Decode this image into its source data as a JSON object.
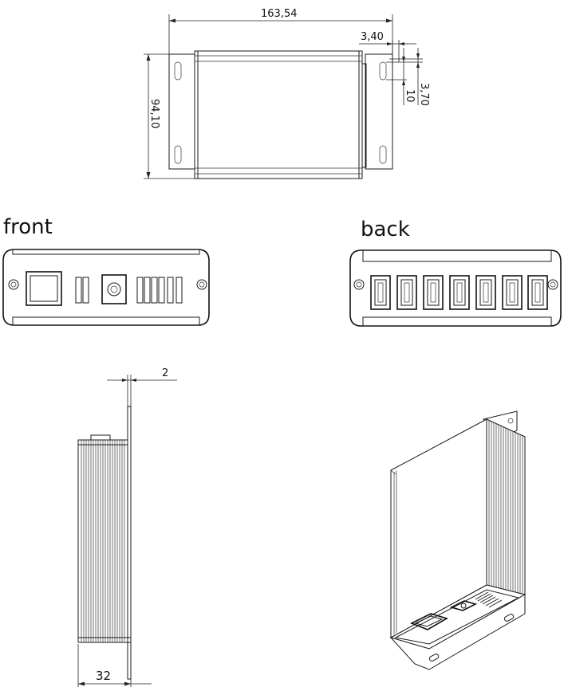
{
  "views": {
    "front_label": "front",
    "back_label": "back"
  },
  "dimensions": {
    "width": "163,54",
    "height": "94,10",
    "slot_offset": "3,40",
    "slot_width": "10",
    "slot_height": "3,70",
    "flange_thickness": "2",
    "depth": "32"
  },
  "ports": {
    "back_usb_count": 7
  }
}
